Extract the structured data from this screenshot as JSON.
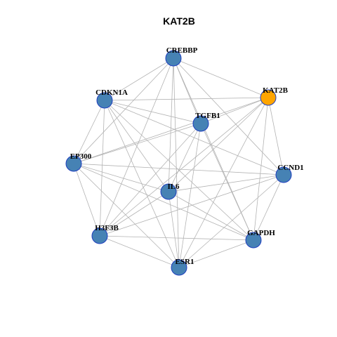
{
  "title": "KAT2B",
  "colors": {
    "node_default": "#4682b4",
    "node_highlight": "#ffa500",
    "node_border": "#1f3fbf",
    "edge": "#b3b3b3"
  },
  "nodes": [
    {
      "id": "CREBBP",
      "label": "CREBBP",
      "highlight": false
    },
    {
      "id": "KAT2B",
      "label": "KAT2B",
      "highlight": true
    },
    {
      "id": "CDKN1A",
      "label": "CDKN1A",
      "highlight": false
    },
    {
      "id": "TGFB1",
      "label": "TGFB1",
      "highlight": false
    },
    {
      "id": "EP300",
      "label": "EP300",
      "highlight": false
    },
    {
      "id": "CCND1",
      "label": "CCND1",
      "highlight": false
    },
    {
      "id": "IL6",
      "label": "IL6",
      "highlight": false
    },
    {
      "id": "H3F3B",
      "label": "H3F3B",
      "highlight": false
    },
    {
      "id": "GAPDH",
      "label": "GAPDH",
      "highlight": false
    },
    {
      "id": "ESR1",
      "label": "ESR1",
      "highlight": false
    }
  ],
  "edges": [
    [
      "CREBBP",
      "KAT2B"
    ],
    [
      "CREBBP",
      "CDKN1A"
    ],
    [
      "CREBBP",
      "EP300"
    ],
    [
      "CREBBP",
      "CCND1"
    ],
    [
      "CREBBP",
      "IL6"
    ],
    [
      "CREBBP",
      "H3F3B"
    ],
    [
      "CREBBP",
      "GAPDH"
    ],
    [
      "CREBBP",
      "ESR1"
    ],
    [
      "CREBBP",
      "TGFB1"
    ],
    [
      "KAT2B",
      "CDKN1A"
    ],
    [
      "KAT2B",
      "TGFB1"
    ],
    [
      "KAT2B",
      "EP300"
    ],
    [
      "KAT2B",
      "CCND1"
    ],
    [
      "KAT2B",
      "IL6"
    ],
    [
      "KAT2B",
      "H3F3B"
    ],
    [
      "KAT2B",
      "GAPDH"
    ],
    [
      "KAT2B",
      "ESR1"
    ],
    [
      "CDKN1A",
      "TGFB1"
    ],
    [
      "CDKN1A",
      "EP300"
    ],
    [
      "CDKN1A",
      "CCND1"
    ],
    [
      "CDKN1A",
      "IL6"
    ],
    [
      "CDKN1A",
      "H3F3B"
    ],
    [
      "CDKN1A",
      "GAPDH"
    ],
    [
      "CDKN1A",
      "ESR1"
    ],
    [
      "TGFB1",
      "EP300"
    ],
    [
      "TGFB1",
      "IL6"
    ],
    [
      "TGFB1",
      "H3F3B"
    ],
    [
      "TGFB1",
      "GAPDH"
    ],
    [
      "TGFB1",
      "ESR1"
    ],
    [
      "EP300",
      "CCND1"
    ],
    [
      "EP300",
      "IL6"
    ],
    [
      "EP300",
      "H3F3B"
    ],
    [
      "EP300",
      "GAPDH"
    ],
    [
      "EP300",
      "ESR1"
    ],
    [
      "CCND1",
      "IL6"
    ],
    [
      "CCND1",
      "H3F3B"
    ],
    [
      "CCND1",
      "GAPDH"
    ],
    [
      "CCND1",
      "ESR1"
    ],
    [
      "IL6",
      "GAPDH"
    ],
    [
      "IL6",
      "ESR1"
    ],
    [
      "IL6",
      "H3F3B"
    ],
    [
      "H3F3B",
      "GAPDH"
    ],
    [
      "H3F3B",
      "ESR1"
    ],
    [
      "GAPDH",
      "ESR1"
    ]
  ]
}
